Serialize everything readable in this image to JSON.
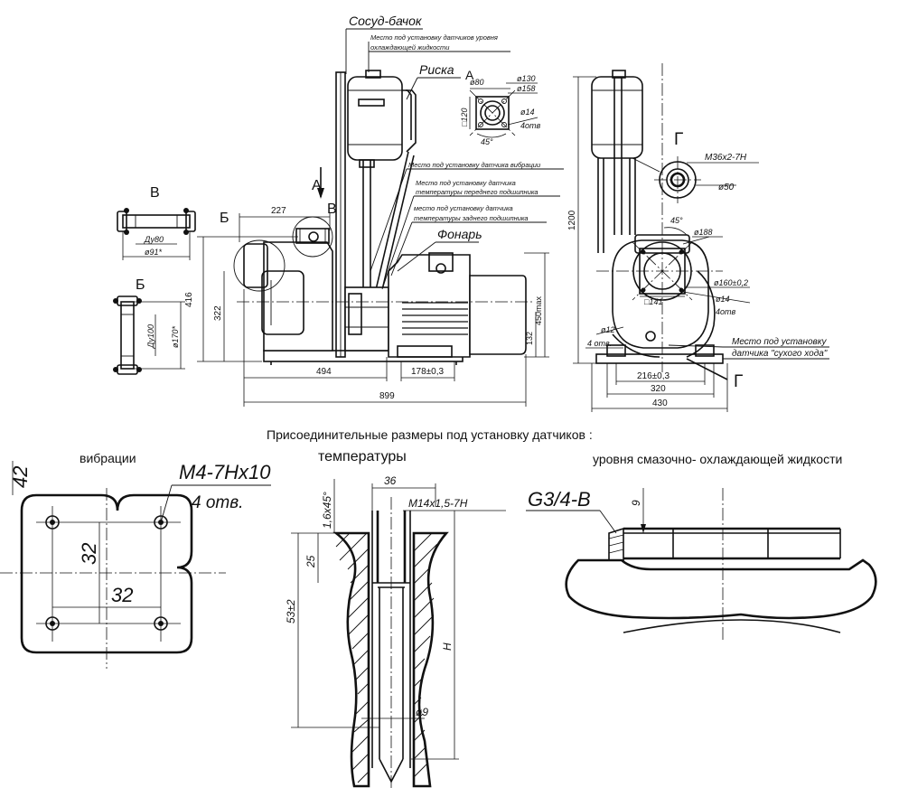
{
  "labels": {
    "tank": "Сосуд-бачок",
    "tank_note_line1": "Место под установку датчиков уровня",
    "tank_note_line2": "охлаждающей жидкости",
    "mark": "Риска",
    "view_a": "А",
    "vibration_note": "Место под установку датчика вибрации",
    "front_bearing_line1": "Место под установку датчика",
    "front_bearing_line2": "температуры переднего подшипника",
    "rear_bearing_line1": "место под установку датчика",
    "rear_bearing_line2": "температуры заднего подшипника",
    "lantern": "Фонарь",
    "view_b": "Б",
    "view_v": "В",
    "arrow_a": "А",
    "arrow_v": "В",
    "view_g": "Г",
    "section_g": "Г",
    "dry_run_line1": "Место под установку",
    "dry_run_line2": "датчика \"сухого хода\"",
    "heading": "Присоединительные размеры под установку датчиков :",
    "sub_vibration": "вибрации",
    "sub_temperature": "температуры",
    "sub_level": "уровня смазочно- охлаждающей жидкости"
  },
  "dims": {
    "d227": "227",
    "d416": "416",
    "d322": "322",
    "d494": "494",
    "d178": "178±0,3",
    "d899": "899",
    "d450": "450max",
    "d132": "132",
    "d1200": "1200",
    "d216": "216±0,3",
    "d320": "320",
    "d430": "430",
    "d12": "ø12",
    "d4otv": "4 отв.",
    "a_d80": "ø80",
    "a_d130": "ø130",
    "a_d158": "ø158",
    "a_120": "□120",
    "a_d14": "ø14",
    "a_4otv": "4отв",
    "a_45": "45°",
    "g_thread": "М36х2-7Н",
    "g_d50": "ø50",
    "r_45": "45°",
    "r_d188": "ø188",
    "r_141": "□141",
    "r_d160": "ø160±0,2",
    "r_d14": "ø14",
    "r_4otv": "4отв",
    "v_du80": "Ду80",
    "v_d91": "ø91*",
    "b_du100": "Ду100",
    "b_d170": "ø170*",
    "vib_thread": "М4-7Нх10",
    "vib_4otv": "4 отв.",
    "vib_42": "42",
    "vib_32a": "32",
    "vib_32b": "32",
    "t_36": "36",
    "t_chamfer": "1,6х45°",
    "t_thread": "М14х1,5-7Н",
    "t_25": "25",
    "t_53": "53±2",
    "t_H": "Н",
    "t_d9": "ø9",
    "l_thread": "G3/4-В",
    "l_9": "9"
  }
}
